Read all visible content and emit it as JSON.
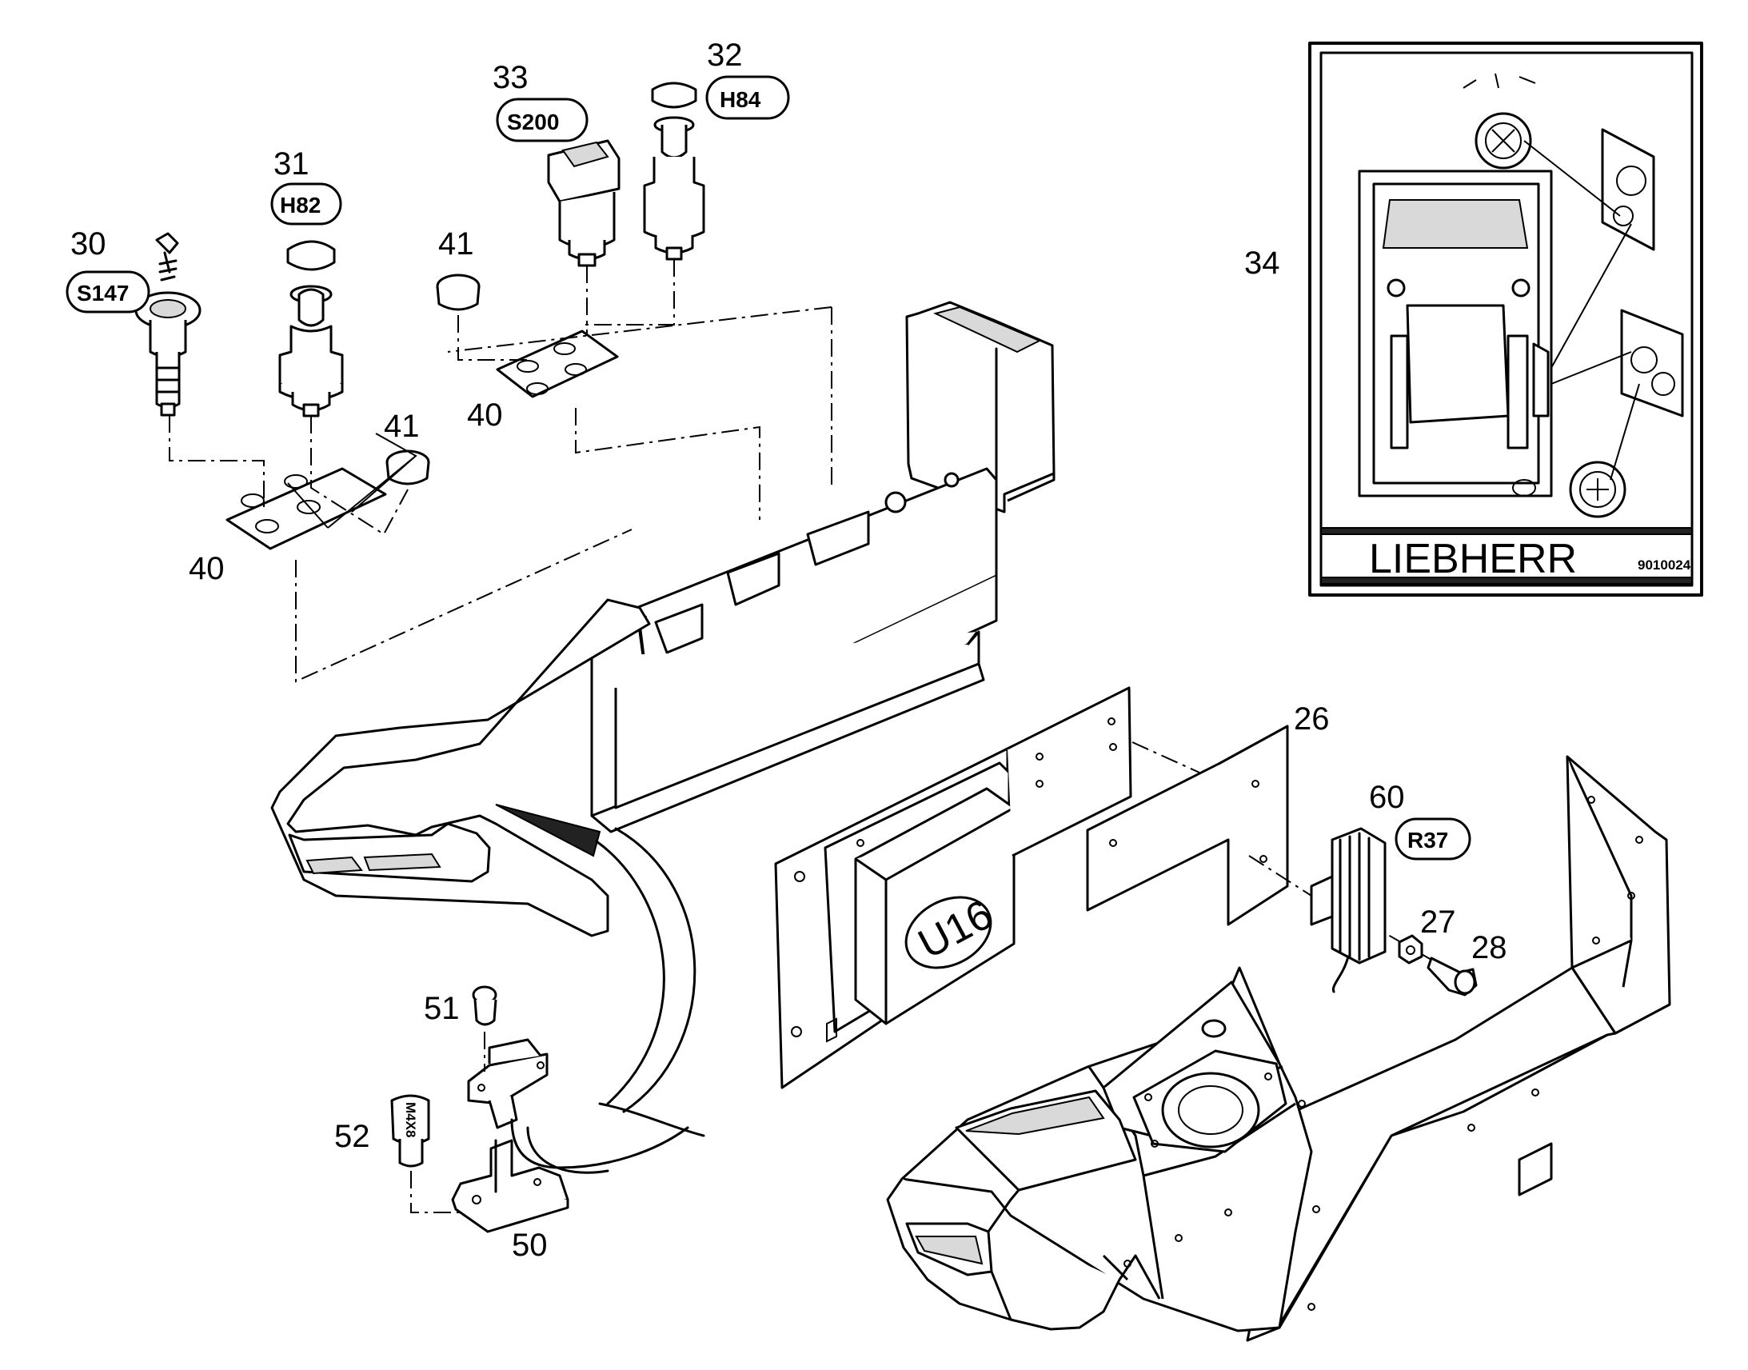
{
  "callouts": {
    "p30": "30",
    "p31": "31",
    "p32": "32",
    "p33": "33",
    "p34": "34",
    "p40a": "40",
    "p40b": "40",
    "p41a": "41",
    "p41b": "41",
    "p26": "26",
    "p27": "27",
    "p28": "28",
    "p60": "60",
    "p50": "50",
    "p51": "51",
    "p52": "52"
  },
  "tags": {
    "s147": "S147",
    "h82": "H82",
    "s200": "S200",
    "h84": "H84",
    "r37": "R37"
  },
  "module_label": "U16",
  "inset": {
    "brand": "LIEBHERR",
    "part_code": "9010024"
  },
  "screw_marking": "M4X8"
}
